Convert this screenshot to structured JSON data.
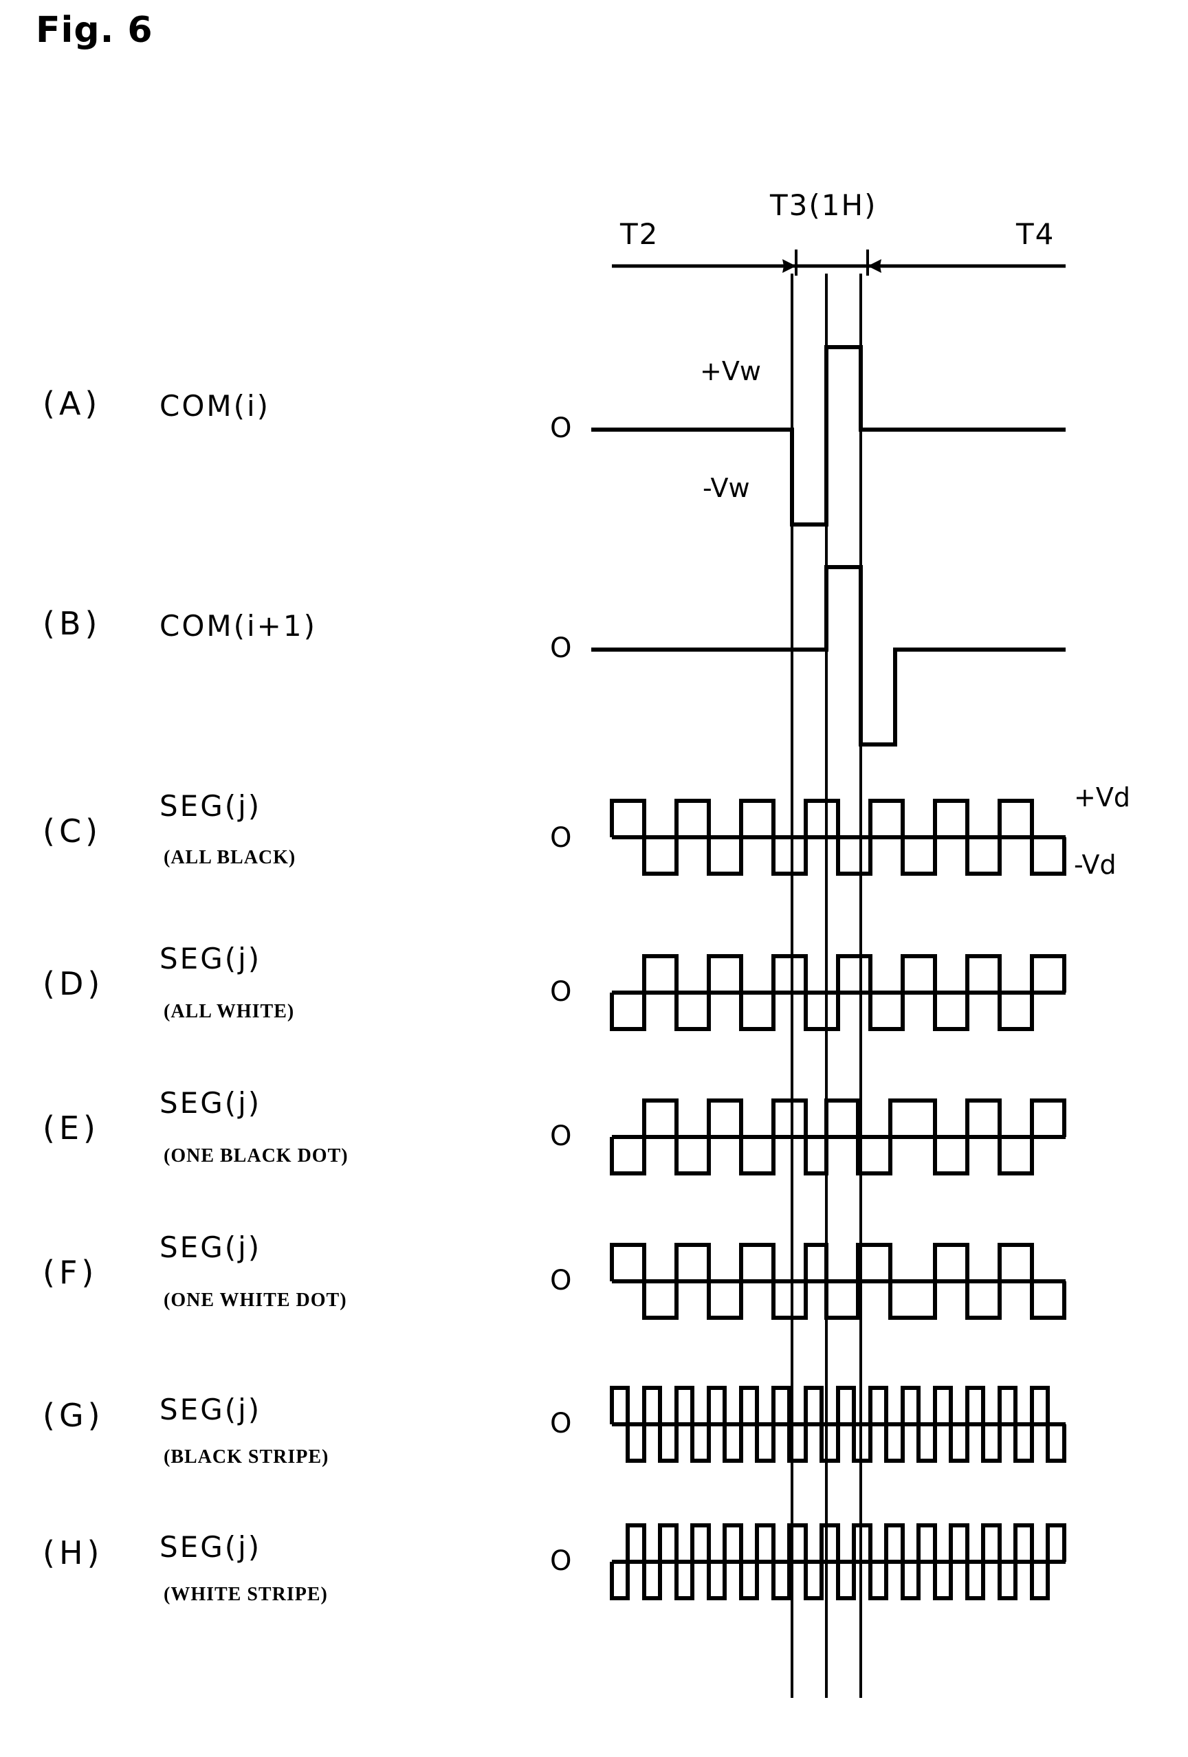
{
  "figure": {
    "title": "Fig. 6"
  },
  "timing": {
    "t2": "T2",
    "t3": "T3(1H)",
    "t4": "T4"
  },
  "voltage_labels": {
    "plus_vw": "+Vw",
    "minus_vw": "-Vw",
    "plus_vd": "+Vd",
    "minus_vd": "-Vd",
    "zero": "O"
  },
  "rows": [
    {
      "letter": "(A)",
      "signal": "COM(i)",
      "condition": ""
    },
    {
      "letter": "(B)",
      "signal": "COM(i+1)",
      "condition": ""
    },
    {
      "letter": "(C)",
      "signal": "SEG(j)",
      "condition": "(ALL BLACK)"
    },
    {
      "letter": "(D)",
      "signal": "SEG(j)",
      "condition": "(ALL WHITE)"
    },
    {
      "letter": "(E)",
      "signal": "SEG(j)",
      "condition": "(ONE BLACK DOT)"
    },
    {
      "letter": "(F)",
      "signal": "SEG(j)",
      "condition": "(ONE WHITE DOT)"
    },
    {
      "letter": "(G)",
      "signal": "SEG(j)",
      "condition": "(BLACK STRIPE)"
    },
    {
      "letter": "(H)",
      "signal": "SEG(j)",
      "condition": "(WHITE STRIPE)"
    }
  ],
  "chart_data": {
    "type": "line",
    "title": "Fig. 6",
    "xlabel": "",
    "ylabel": "",
    "grid": false,
    "legend": "none",
    "annotations": [
      "T2",
      "T3(1H)",
      "T4",
      "+Vw",
      "-Vw",
      "+Vd",
      "-Vd",
      "O"
    ],
    "guide_lines_x": [
      1155,
      1205,
      1258
    ],
    "x_range": [
      890,
      1540
    ],
    "series": [
      {
        "name": "COM(i)",
        "type": "pulse",
        "baseline": 625,
        "amplitude": 135,
        "levels": [
          "0",
          "-Vw",
          "+Vw",
          "0"
        ],
        "segments": [
          {
            "level": 0,
            "from": 890,
            "to": 1152
          },
          {
            "level": -1,
            "from": 1152,
            "to": 1202
          },
          {
            "level": 1,
            "from": 1202,
            "to": 1252
          },
          {
            "level": 0,
            "from": 1252,
            "to": 1540
          }
        ]
      },
      {
        "name": "COM(i+1)",
        "type": "pulse",
        "baseline": 945,
        "amplitude": 135,
        "levels": [
          "0",
          "+Vw",
          "-Vw",
          "0"
        ],
        "segments": [
          {
            "level": 0,
            "from": 890,
            "to": 1202
          },
          {
            "level": 1,
            "from": 1202,
            "to": 1252
          },
          {
            "level": -1,
            "from": 1252,
            "to": 1302
          },
          {
            "level": 0,
            "from": 1302,
            "to": 1540
          }
        ]
      },
      {
        "name": "SEG(j) (ALL BLACK)",
        "type": "square",
        "baseline": 1218,
        "amplitude": 53,
        "period": 94,
        "start_level": 1,
        "phase_flip_at": null,
        "cycles": 7
      },
      {
        "name": "SEG(j) (ALL WHITE)",
        "type": "square",
        "baseline": 1448,
        "amplitude": 53,
        "period": 94,
        "start_level": -1,
        "phase_flip_at": null,
        "cycles": 7
      },
      {
        "name": "SEG(j) (ONE BLACK DOT)",
        "type": "square",
        "baseline": 1658,
        "amplitude": 53,
        "period": 94,
        "start_level": -1,
        "phase_flip_at": 1202,
        "cycles": 7
      },
      {
        "name": "SEG(j) (ONE WHITE DOT)",
        "type": "square",
        "baseline": 1868,
        "amplitude": 53,
        "period": 94,
        "start_level": 1,
        "phase_flip_at": 1202,
        "cycles": 7
      },
      {
        "name": "SEG(j) (BLACK STRIPE)",
        "type": "square",
        "baseline": 2072,
        "amplitude": 53,
        "period": 47,
        "start_level": 1,
        "phase_flip_at": null,
        "cycles": 14
      },
      {
        "name": "SEG(j) (WHITE STRIPE)",
        "type": "square",
        "baseline": 2272,
        "amplitude": 53,
        "period": 47,
        "start_level": -1,
        "phase_flip_at": null,
        "cycles": 14
      }
    ]
  }
}
